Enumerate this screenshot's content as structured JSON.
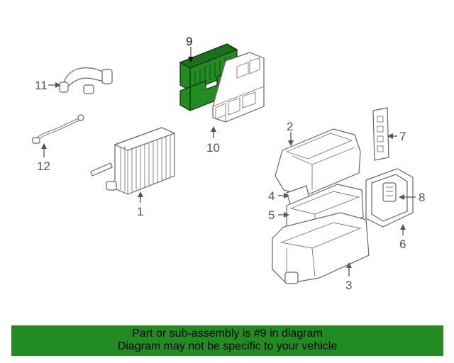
{
  "diagram": {
    "highlight_color": "#228b22",
    "highlighted_part": "9",
    "callouts": {
      "c1": "1",
      "c2": "2",
      "c3": "3",
      "c4": "4",
      "c5": "5",
      "c6": "6",
      "c7": "7",
      "c8": "8",
      "c9": "9",
      "c10": "10",
      "c11": "11",
      "c12": "12"
    }
  },
  "banner": {
    "line1": "Part or sub-assembly is #9 in diagram",
    "line2": "Diagram may not be specific to your vehicle",
    "background": "#228b22"
  }
}
